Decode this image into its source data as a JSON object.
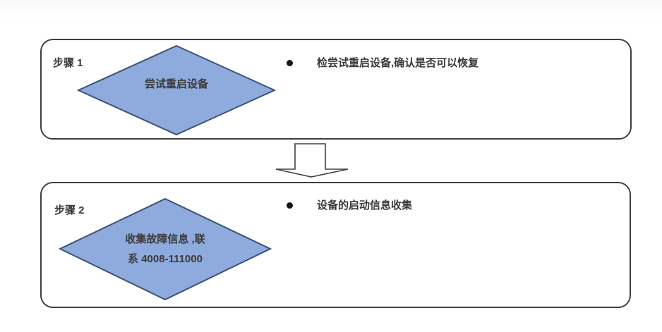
{
  "diagram": {
    "steps": [
      {
        "label": "步骤 1",
        "diamond_lines": [
          "尝试重启设备"
        ],
        "bullets": [
          "检尝试重启设备,确认是否可以恢复"
        ]
      },
      {
        "label": "步骤 2",
        "diamond_lines": [
          "收集故障信息 ,联",
          "系 4008-111000"
        ],
        "bullets": [
          "设备的启动信息收集"
        ]
      }
    ],
    "connector": {
      "type": "block-arrow-down"
    },
    "colors": {
      "diamond_fill": "#8FAADC",
      "diamond_border": "#3A5378",
      "box_border": "#3F3F3F",
      "arrow_border": "#404040",
      "text": "#3A3A3A"
    }
  }
}
